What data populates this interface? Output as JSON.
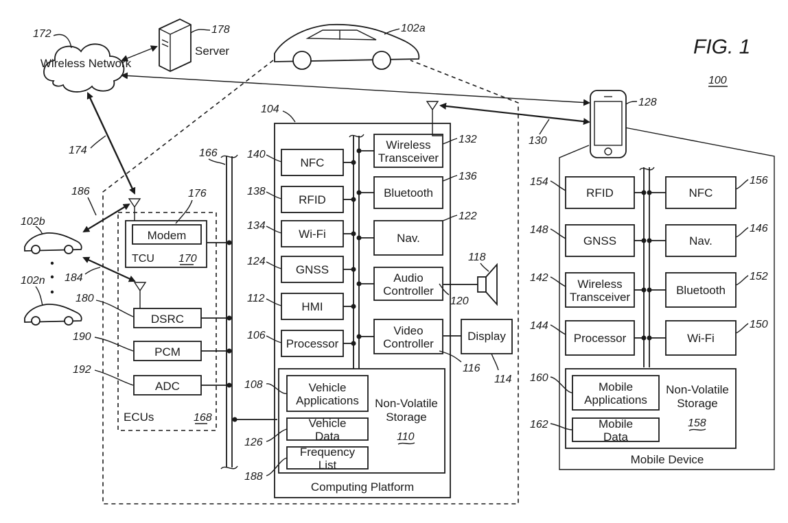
{
  "figure": {
    "title": "FIG. 1",
    "ref": "100"
  },
  "network": {
    "name": "Wireless Network",
    "ref": "172",
    "link_ref": "174"
  },
  "server": {
    "name": "Server",
    "ref": "178"
  },
  "vehicles": {
    "main_ref": "102a",
    "other_b": "102b",
    "other_n": "102n",
    "link_b": "186",
    "link_n": "184"
  },
  "bus_ref": "166",
  "ecus": {
    "title": "ECUs",
    "ref": "168",
    "tcu": {
      "name": "TCU",
      "ref": "170",
      "modem": "Modem",
      "modem_ref": "176"
    },
    "dsrc": {
      "name": "DSRC",
      "ref": "180"
    },
    "pcm": {
      "name": "PCM",
      "ref": "190"
    },
    "adc": {
      "name": "ADC",
      "ref": "192"
    }
  },
  "platform": {
    "title": "Computing Platform",
    "ref": "104",
    "left": [
      {
        "name": "NFC",
        "ref": "140"
      },
      {
        "name": "RFID",
        "ref": "138"
      },
      {
        "name": "Wi-Fi",
        "ref": "134"
      },
      {
        "name": "GNSS",
        "ref": "124"
      },
      {
        "name": "HMI",
        "ref": "112"
      },
      {
        "name": "Processor",
        "ref": "106"
      }
    ],
    "right": [
      {
        "name": "Wireless Transceiver",
        "ref": "132"
      },
      {
        "name": "Bluetooth",
        "ref": "136"
      },
      {
        "name": "Nav.",
        "ref": "122"
      },
      {
        "name": "Audio Controller",
        "ref": "120"
      },
      {
        "name": "Video Controller",
        "ref": "116"
      }
    ],
    "speaker_ref": "118",
    "display": {
      "name": "Display",
      "ref": "114"
    },
    "storage": {
      "name": "Non-Volatile Storage",
      "ref": "110",
      "items": [
        {
          "name": "Vehicle Applications",
          "ref": "108"
        },
        {
          "name": "Vehicle Data",
          "ref": "126"
        },
        {
          "name": "Frequency List",
          "ref": "188"
        }
      ]
    }
  },
  "link_130": "130",
  "mobile": {
    "title": "Mobile Device",
    "ref": "128",
    "left": [
      {
        "name": "RFID",
        "ref": "154"
      },
      {
        "name": "GNSS",
        "ref": "148"
      },
      {
        "name": "Wireless Transceiver",
        "ref": "142"
      },
      {
        "name": "Processor",
        "ref": "144"
      }
    ],
    "right": [
      {
        "name": "NFC",
        "ref": "156"
      },
      {
        "name": "Nav.",
        "ref": "146"
      },
      {
        "name": "Bluetooth",
        "ref": "152"
      },
      {
        "name": "Wi-Fi",
        "ref": "150"
      }
    ],
    "storage": {
      "name": "Non-Volatile Storage",
      "ref": "158",
      "items": [
        {
          "name": "Mobile Applications",
          "ref": "160"
        },
        {
          "name": "Mobile Data",
          "ref": "162"
        }
      ]
    }
  }
}
